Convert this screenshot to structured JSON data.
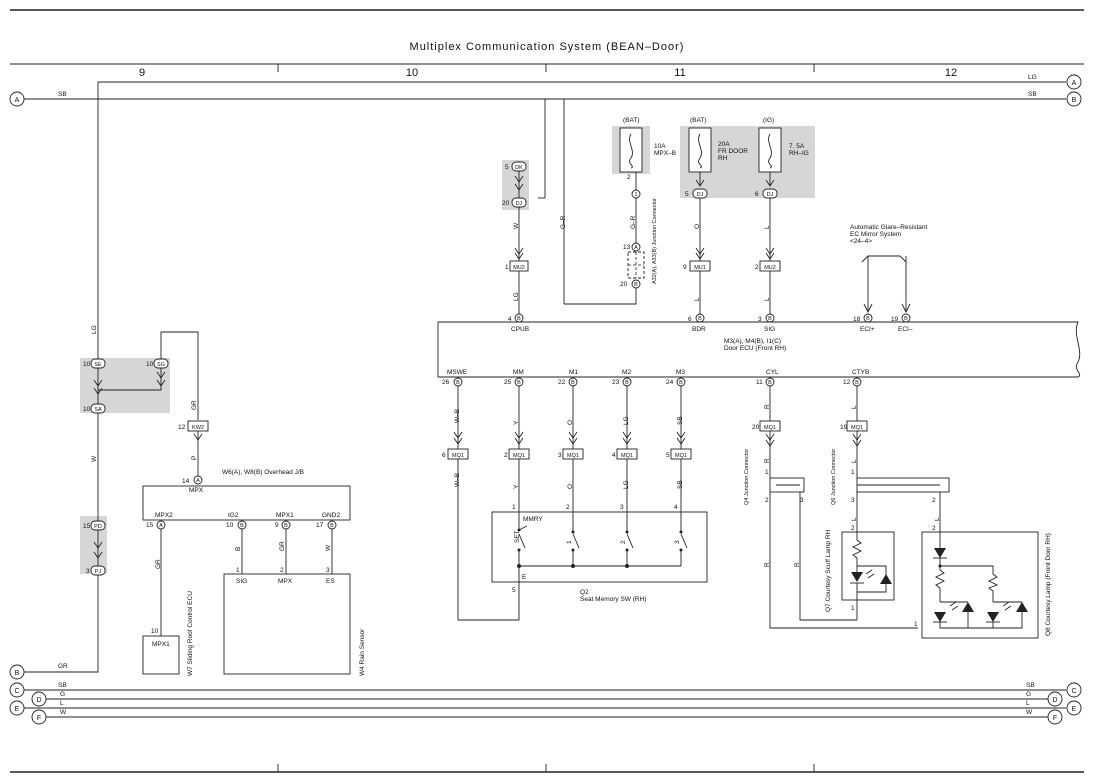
{
  "title": "Multiplex Communication System (BEAN–Door)",
  "columns": [
    "9",
    "10",
    "11",
    "12"
  ],
  "bus": [
    {
      "id": "A",
      "color": "LG"
    },
    {
      "id": "B",
      "color": "SB"
    },
    {
      "id": "B2",
      "label": "B",
      "color": "GR"
    },
    {
      "id": "C",
      "color": "SB"
    },
    {
      "id": "D",
      "color": "G"
    },
    {
      "id": "E",
      "color": "L"
    },
    {
      "id": "F",
      "color": "W"
    }
  ],
  "fuses": [
    {
      "source": "(BAT)",
      "name": "10A\nMPX–B"
    },
    {
      "source": "(BAT)",
      "name": "20A\nFR DOOR\nRH"
    },
    {
      "source": "(IG)",
      "name": "7. 5A\nRH–IG"
    }
  ],
  "junctions": {
    "se": "SE",
    "sg": "SG",
    "sa": "SA",
    "pd": "PD",
    "pj": "PJ",
    "dk": "DK",
    "dj": "DJ",
    "mu2": "MU2",
    "mu1": "MU1",
    "kw2": "KW2",
    "mq1": "MQ1"
  },
  "pins": {
    "se": "10",
    "sg": "10",
    "sa": "10",
    "pd": "15",
    "pj": "3",
    "dk": "5",
    "dj": "20",
    "mu2_left": "1",
    "fuse1_out": "2",
    "fuse2_out": "5",
    "fuse3_out": "6",
    "a32_top": "13",
    "a32_bottom": "20",
    "mu1": "9",
    "mu2_right": "2",
    "cpub": "4",
    "bdr": "6",
    "sig": "3",
    "eci_plus": "18",
    "eci_minus": "19",
    "kw2": "12",
    "j14": "14"
  },
  "wire_colors": {
    "lg_left": "LG",
    "w_left": "W",
    "gr_kw2": "GR",
    "p_kw2": "P",
    "w_dk": "W",
    "gr_a32": "G–R",
    "lg_mu2": "LG",
    "o_mu1": "O",
    "l_mu1": "L",
    "l_ig": "L",
    "l_mu2": "L",
    "gr_mpx2": "GR",
    "b_ig2": "B",
    "gr_mpx1": "GR",
    "w_gnd2": "W"
  },
  "a32": "A32(A), A33(B)\nJunction Connector",
  "mirror_note": "Automatic Glare–Resistant\nEC Mirror System\n<24–4>",
  "ecu": {
    "name": "M3(A), M4(B), I1(C)\nDoor ECU (Front RH)",
    "top_pins": [
      {
        "name": "CPUB"
      },
      {
        "name": "BDR"
      },
      {
        "name": "SIG"
      },
      {
        "name": "ECI+"
      },
      {
        "name": "ECI–"
      }
    ],
    "bottom_pins": [
      {
        "name": "MSWE",
        "pin": "26"
      },
      {
        "name": "MM",
        "pin": "25"
      },
      {
        "name": "M1",
        "pin": "22"
      },
      {
        "name": "M2",
        "pin": "23"
      },
      {
        "name": "M3",
        "pin": "24"
      },
      {
        "name": "CYL",
        "pin": "11"
      },
      {
        "name": "CTYB",
        "pin": "12"
      }
    ]
  },
  "mq_pins": [
    "6",
    "2",
    "3",
    "4",
    "5",
    "20",
    "19"
  ],
  "mq_wires": [
    {
      "upper": "W–B",
      "lower": "W–B"
    },
    {
      "upper": "Y",
      "lower": "Y"
    },
    {
      "upper": "O",
      "lower": "O"
    },
    {
      "upper": "LG",
      "lower": "LG"
    },
    {
      "upper": "SB",
      "lower": "SB"
    },
    {
      "upper": "R",
      "lower": "R"
    },
    {
      "upper": "L",
      "lower": "L"
    }
  ],
  "overhead_jb": {
    "name": "W6(A), W8(B)\nOverhead J/B",
    "top_label": "MPX",
    "pins": [
      {
        "name": "MPX2",
        "pin": "15"
      },
      {
        "name": "IG2",
        "pin": "10"
      },
      {
        "name": "MPX1",
        "pin": "9"
      },
      {
        "name": "GND2",
        "pin": "17"
      }
    ]
  },
  "sliding_roof": {
    "name": "W7\nSliding Roof Control ECU",
    "pin_name": "MPX1",
    "pin": "10"
  },
  "rain_sensor": {
    "name": "W4\nRain Sensor",
    "pins": [
      {
        "name": "SIG",
        "pin": "1"
      },
      {
        "name": "MPX",
        "pin": "2"
      },
      {
        "name": "ES",
        "pin": "3"
      }
    ]
  },
  "seat_sw": {
    "name": "Q2\nSeat Memory SW (RH)",
    "top_pins": [
      "1",
      "2",
      "3",
      "4"
    ],
    "switches": [
      "MMRY",
      "SET",
      "1",
      "2",
      "3"
    ],
    "e_label": "E",
    "bottom_pin": "5"
  },
  "q4": {
    "name": "Q4\nJunction\nConnector",
    "pins": [
      "1",
      "2",
      "3"
    ]
  },
  "q6": {
    "name": "Q6\nJunction\nConnector",
    "pins": [
      "1",
      "3",
      "2"
    ]
  },
  "q7": {
    "name": "Q7\nCourtesy Scuff Lamp RH",
    "pins": [
      "2",
      "1"
    ]
  },
  "q8": {
    "name": "Q8\nCourtesy Lamp (Front Door RH)",
    "pins": [
      "2",
      "1"
    ]
  },
  "cyl_wire": "R",
  "ctyb_wire": "L",
  "q4_wires": [
    "R",
    "R",
    "R"
  ],
  "q6_wires": [
    "L",
    "L",
    "L",
    "L"
  ]
}
